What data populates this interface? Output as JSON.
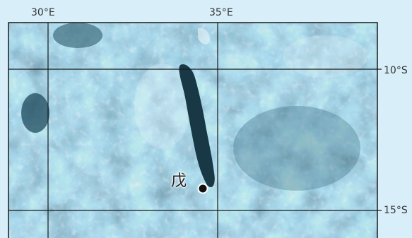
{
  "map": {
    "graticule": {
      "longitudes": [
        "30°E",
        "35°E"
      ],
      "latitudes": [
        "10°S",
        "15°S"
      ]
    },
    "marker": {
      "label": "戊",
      "symbol": "filled-circle"
    },
    "colors": {
      "background": "#d8eef9",
      "terrain_dark": "#1f4b5c",
      "terrain_mid": "#6c9eb3",
      "terrain_light": "#e6f3f8",
      "lake": "#173844",
      "grid": "#1a1a1a",
      "marker": "#111111"
    }
  }
}
